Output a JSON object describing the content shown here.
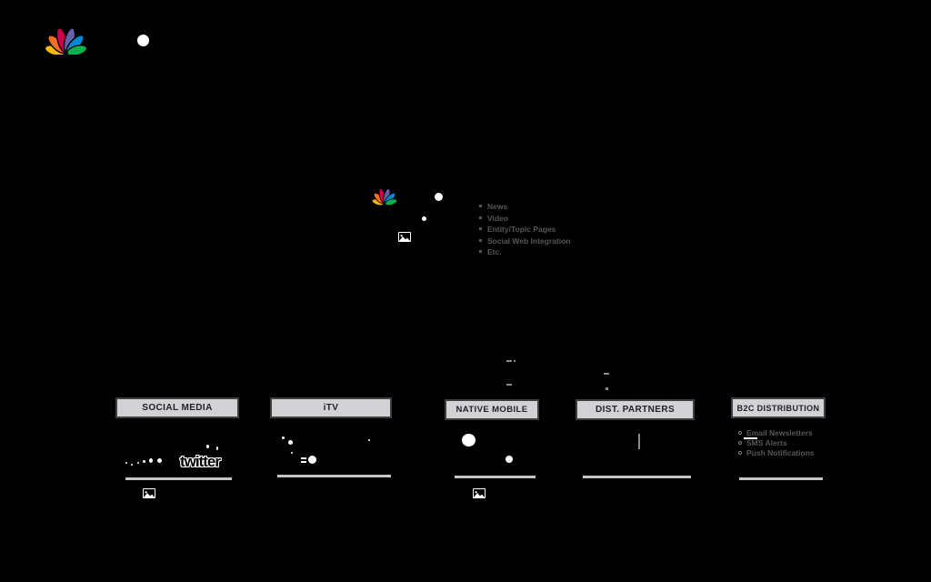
{
  "colors": {
    "background": "#000000",
    "box_fill": "#d2d2d4",
    "box_border": "#3f3f41",
    "box_text": "#232326",
    "bullet_text": "#55565a",
    "underline_gray": "#c6c6c8",
    "white": "#ffffff",
    "peacock": [
      "#FCB711",
      "#F37021",
      "#CC004C",
      "#6460AA",
      "#0089D0",
      "#0DB14B"
    ]
  },
  "icons": {
    "nbc_peacock": "nbc-peacock-logo",
    "image_placeholder": "image-placeholder-icon",
    "twitter": "twitter-wordmark-logo"
  },
  "hub": {
    "bullets": [
      "News",
      "Video",
      "Entity/Topic Pages",
      "Social Web Integration",
      "Etc."
    ]
  },
  "channels": {
    "social_media": {
      "label": "SOCIAL MEDIA",
      "twitter_wordmark": "twitter"
    },
    "itv": {
      "label": "iTV"
    },
    "native_mobile": {
      "label": "NATIVE MOBILE"
    },
    "dist_partners": {
      "label": "DIST. PARTNERS"
    },
    "b2c": {
      "label": "B2C DISTRIBUTION",
      "bullets": [
        "Email Newsletters",
        "SMS Alerts",
        "Push Notifications"
      ]
    }
  }
}
